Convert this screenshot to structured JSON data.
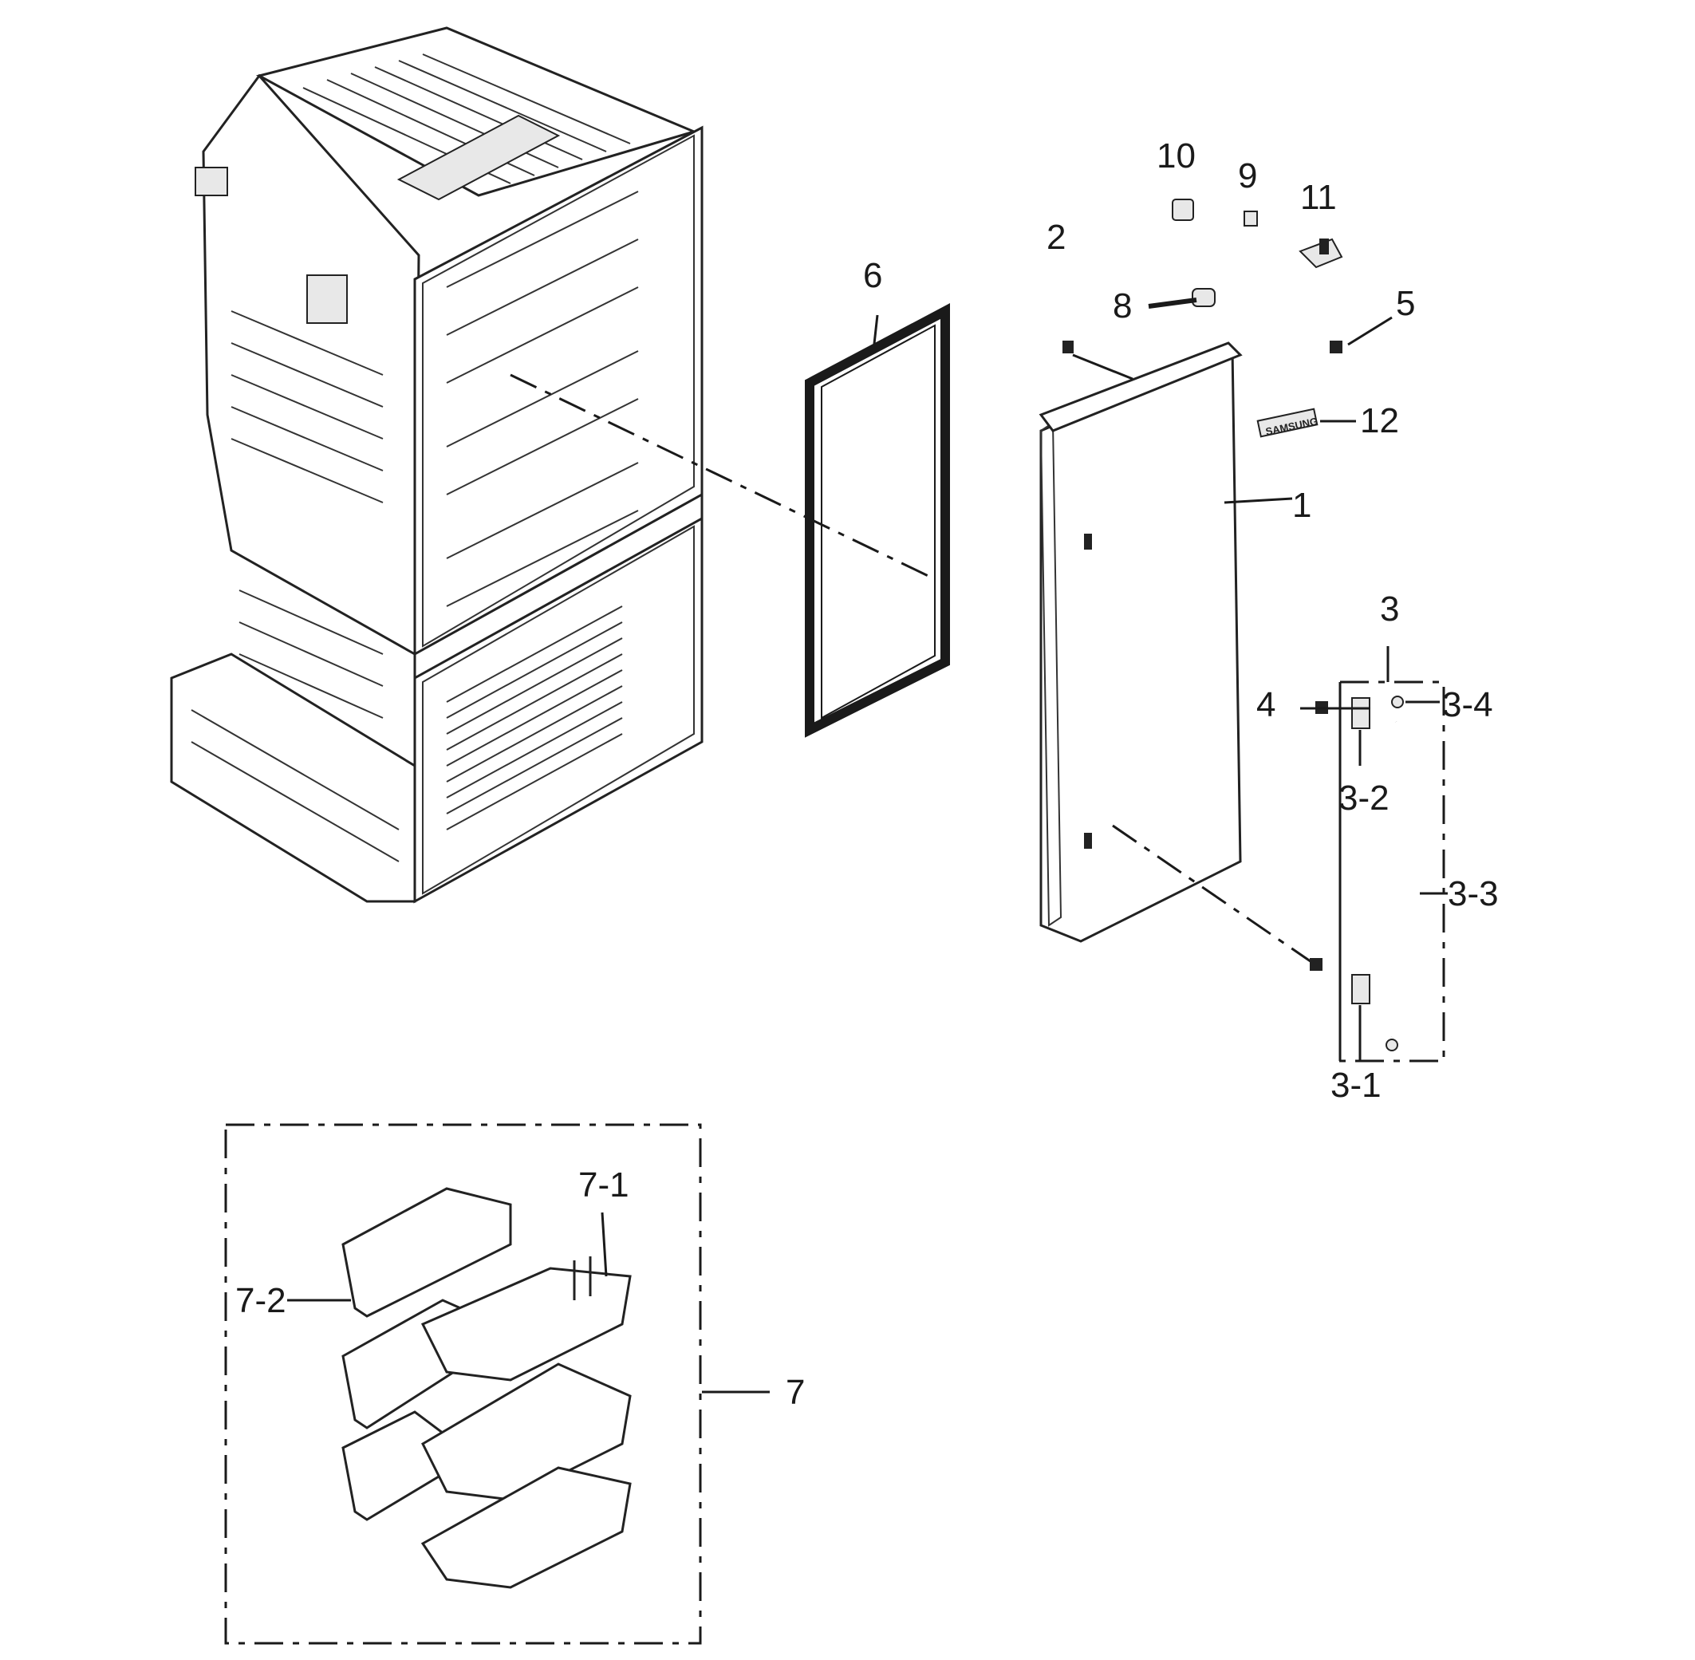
{
  "callouts": {
    "c1": "1",
    "c2": "2",
    "c3": "3",
    "c3_1": "3-1",
    "c3_2": "3-2",
    "c3_3": "3-3",
    "c3_4": "3-4",
    "c4": "4",
    "c5": "5",
    "c6": "6",
    "c7": "7",
    "c7_1": "7-1",
    "c7_2": "7-2",
    "c8": "8",
    "c9": "9",
    "c10": "10",
    "c11": "11",
    "c12": "12"
  },
  "logo_text": "SAMSUNG",
  "colors": {
    "line": "#1a1a1a",
    "background": "#ffffff"
  }
}
